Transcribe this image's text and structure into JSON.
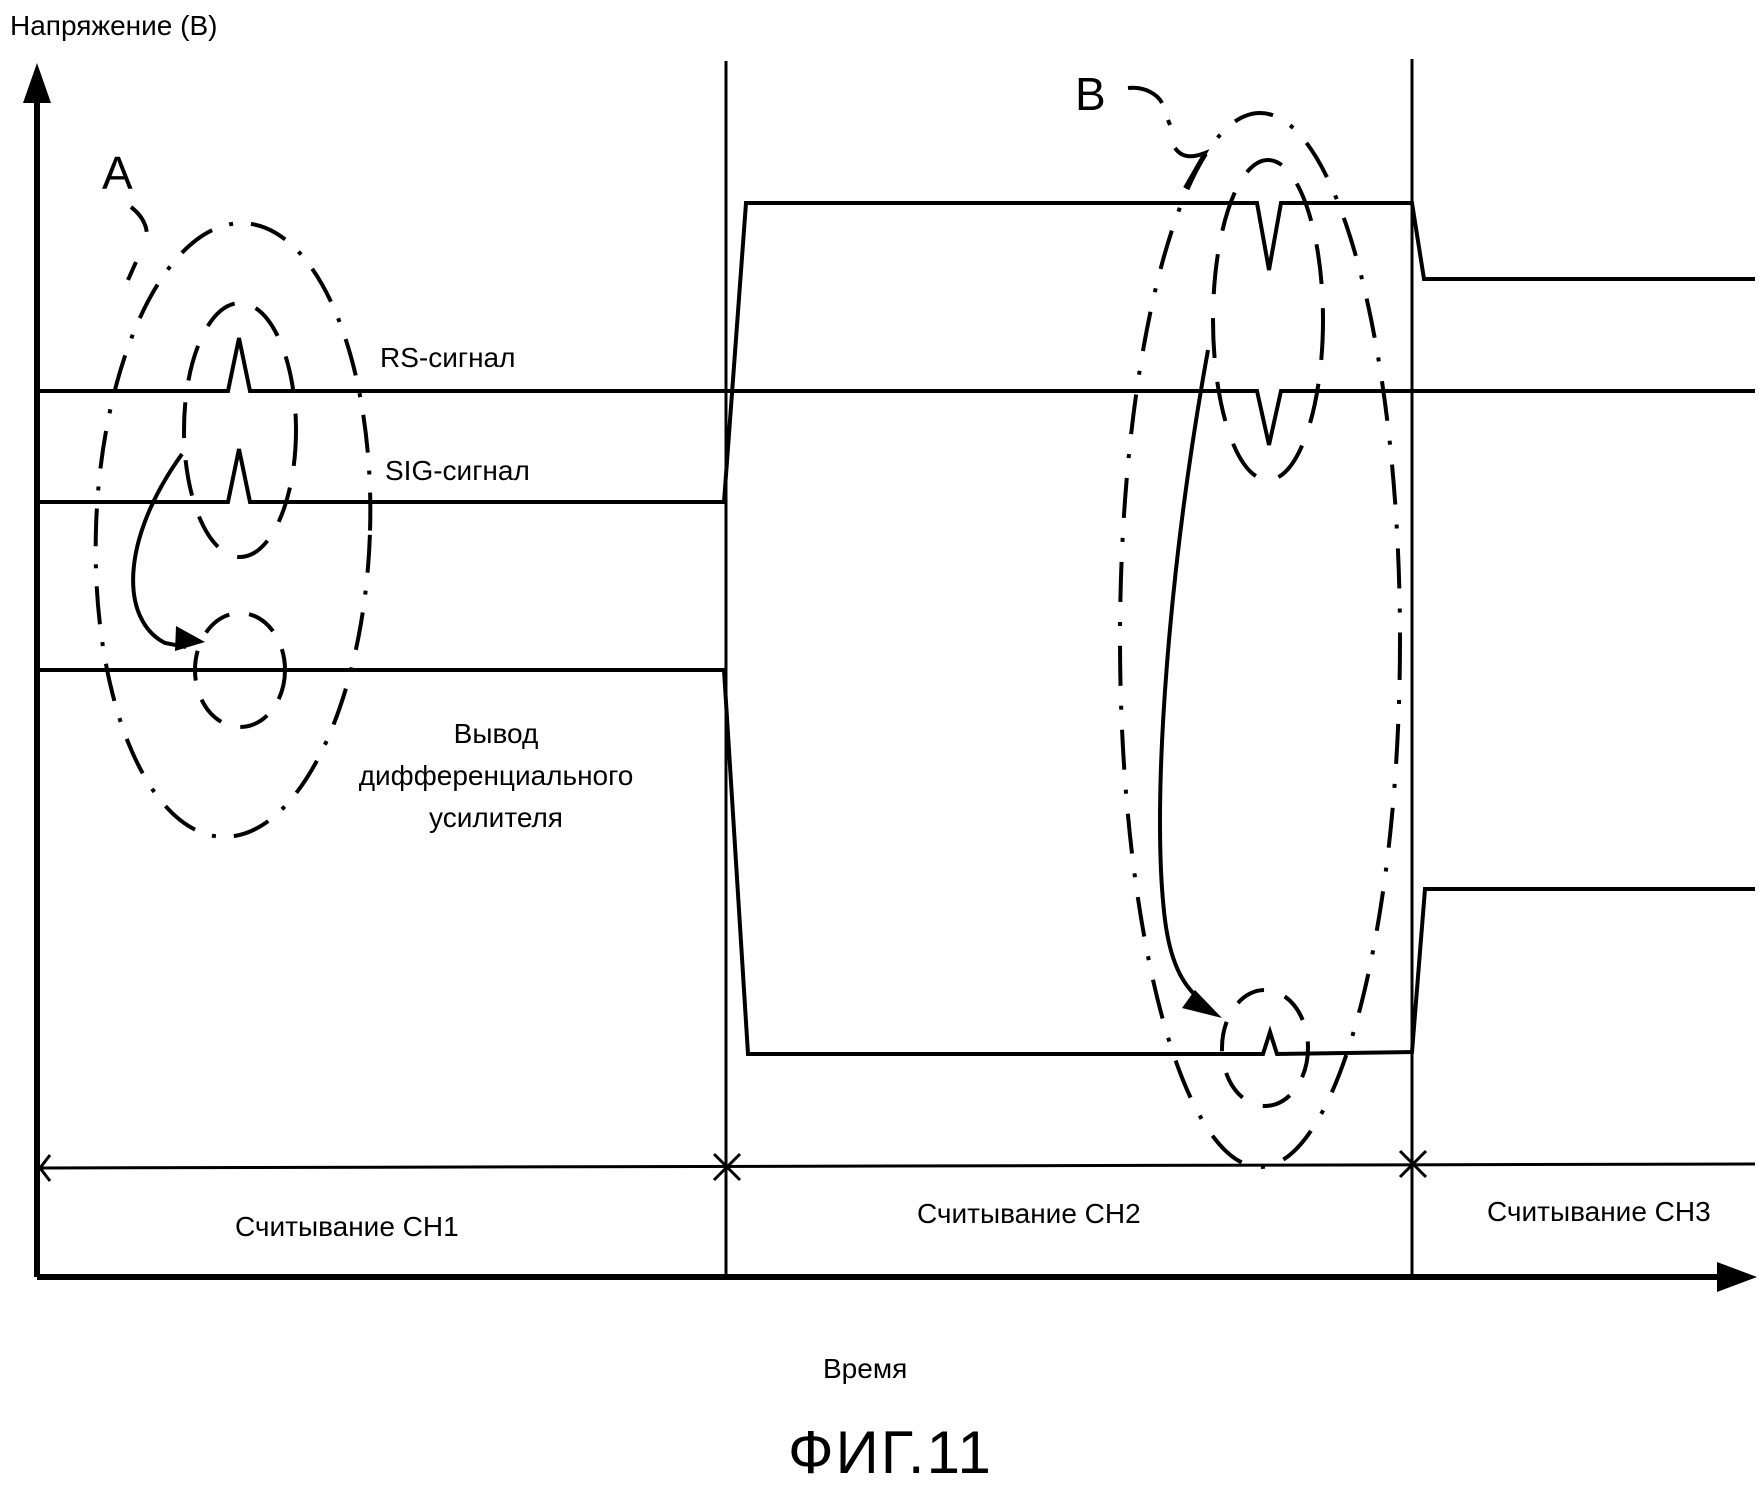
{
  "figure": {
    "caption": "ФИГ.11",
    "y_axis_label": "Напряжение (В)",
    "x_axis_label": "Время",
    "callouts": [
      {
        "id": "A",
        "label": "A"
      },
      {
        "id": "B",
        "label": "B"
      }
    ],
    "signals": [
      {
        "id": "rs",
        "label": "RS-сигнал"
      },
      {
        "id": "sig",
        "label": "SIG-сигнал"
      },
      {
        "id": "da",
        "label_lines": [
          "Вывод",
          "дифференциального",
          "усилителя"
        ]
      }
    ],
    "periods": [
      {
        "id": "ch1",
        "label": "Считывание CH1"
      },
      {
        "id": "ch2",
        "label": "Считывание CH2"
      },
      {
        "id": "ch3",
        "label": "Считывание CH3"
      }
    ]
  }
}
